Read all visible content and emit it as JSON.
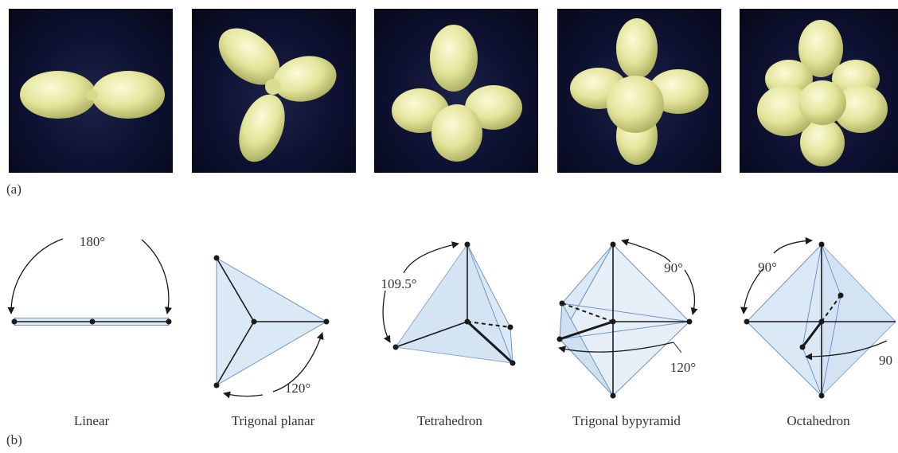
{
  "labels": {
    "panel_a": "(a)",
    "panel_b": "(b)"
  },
  "shapes": [
    {
      "name": "Linear",
      "angles": [
        "180°"
      ]
    },
    {
      "name": "Trigonal planar",
      "angles": [
        "120°"
      ]
    },
    {
      "name": "Tetrahedron",
      "angles": [
        "109.5°"
      ]
    },
    {
      "name": "Trigonal bypyramid",
      "angles": [
        "90°",
        "120°"
      ]
    },
    {
      "name": "Octahedron",
      "angles": [
        "90°",
        "90"
      ]
    }
  ],
  "colors": {
    "balloon": "#e6e7a0",
    "photo_background": "#0d1130",
    "plane_fill": "#dbe8f5",
    "line": "#1a1a1a"
  }
}
